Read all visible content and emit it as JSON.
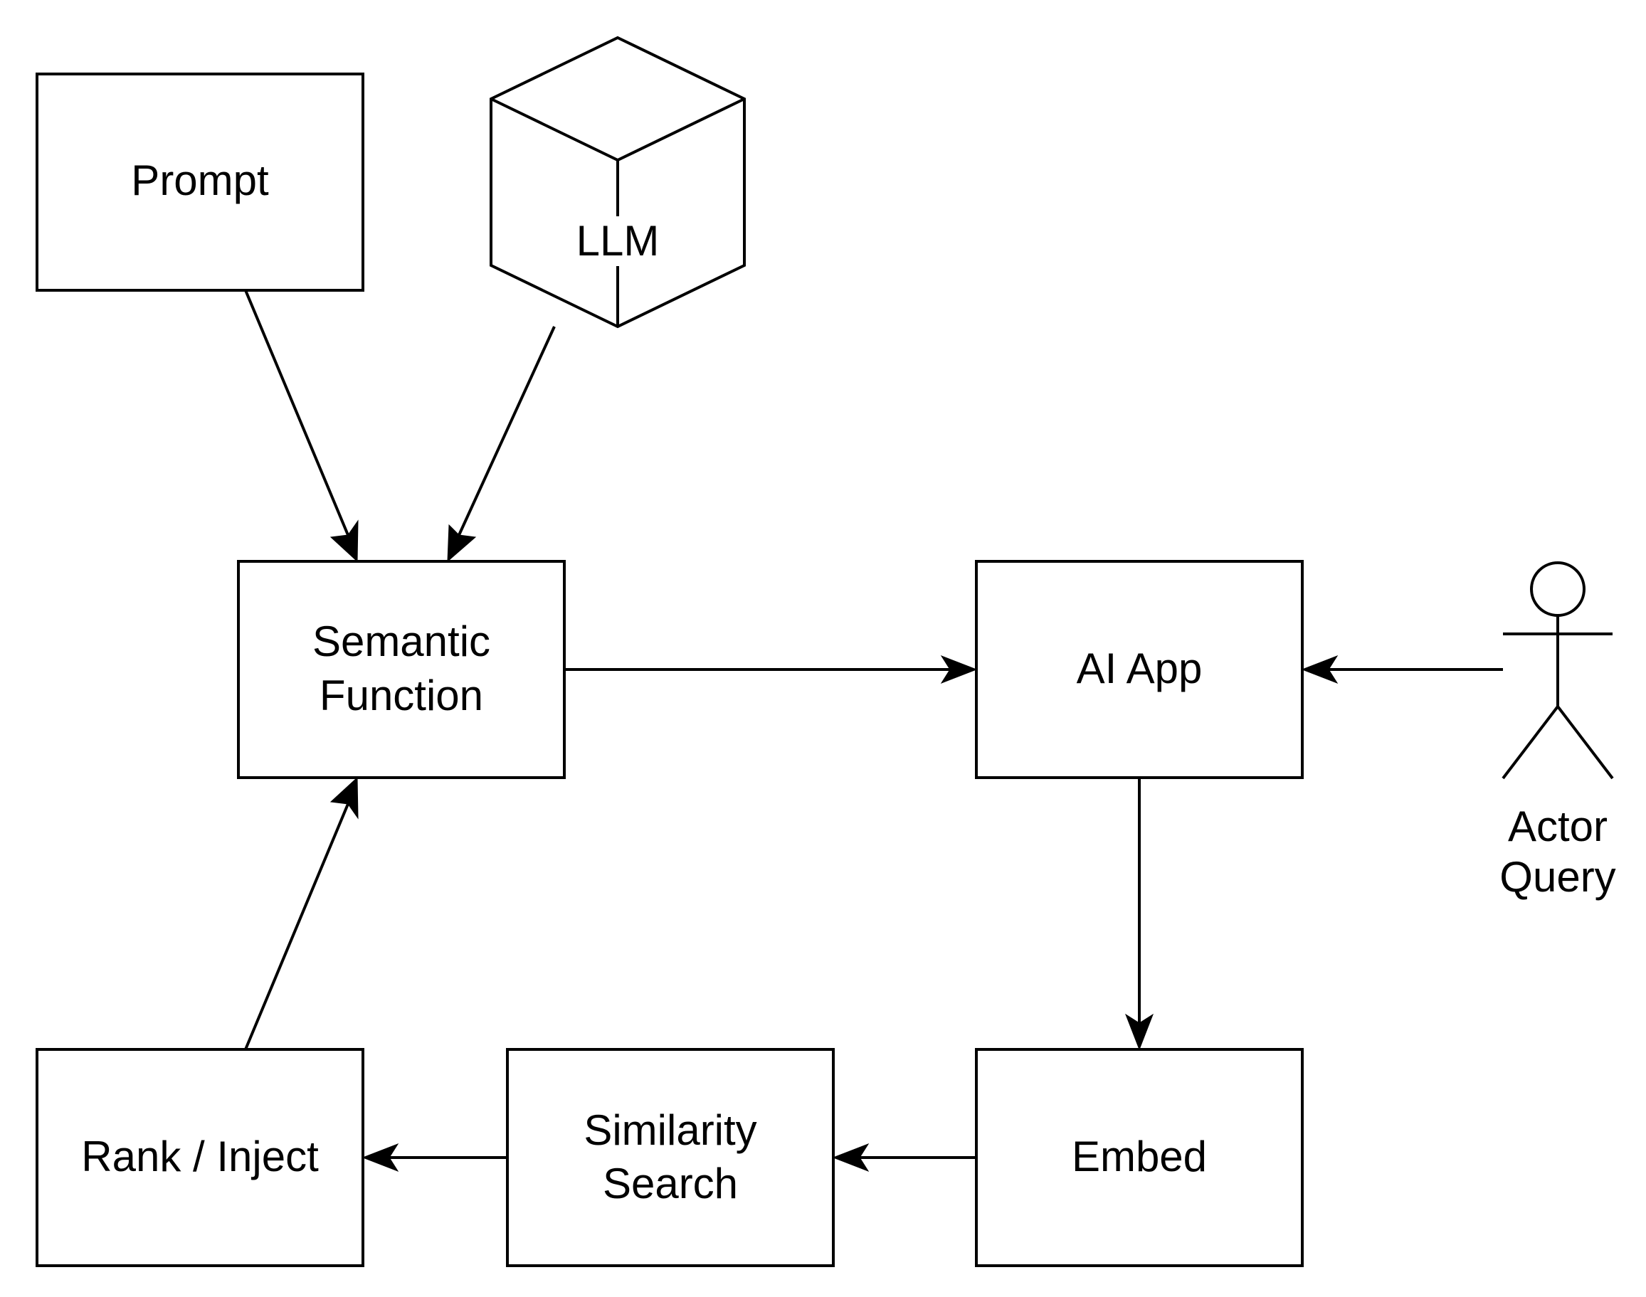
{
  "nodes": {
    "prompt": {
      "label": "Prompt"
    },
    "llm": {
      "label": "LLM",
      "shape": "cube"
    },
    "semantic_function": {
      "line1": "Semantic",
      "line2": "Function"
    },
    "ai_app": {
      "label": "AI App"
    },
    "actor": {
      "line1": "Actor",
      "line2": "Query",
      "shape": "stick-figure"
    },
    "embed": {
      "label": "Embed"
    },
    "similarity_search": {
      "line1": "Similarity",
      "line2": "Search"
    },
    "rank_inject": {
      "label": "Rank / Inject"
    }
  },
  "edges": [
    {
      "from": "prompt",
      "to": "semantic_function"
    },
    {
      "from": "llm",
      "to": "semantic_function"
    },
    {
      "from": "semantic_function",
      "to": "ai_app"
    },
    {
      "from": "actor",
      "to": "ai_app"
    },
    {
      "from": "ai_app",
      "to": "embed"
    },
    {
      "from": "embed",
      "to": "similarity_search"
    },
    {
      "from": "similarity_search",
      "to": "rank_inject"
    },
    {
      "from": "rank_inject",
      "to": "semantic_function"
    }
  ],
  "colors": {
    "stroke": "#000000",
    "fill": "#ffffff",
    "text": "#000000"
  }
}
